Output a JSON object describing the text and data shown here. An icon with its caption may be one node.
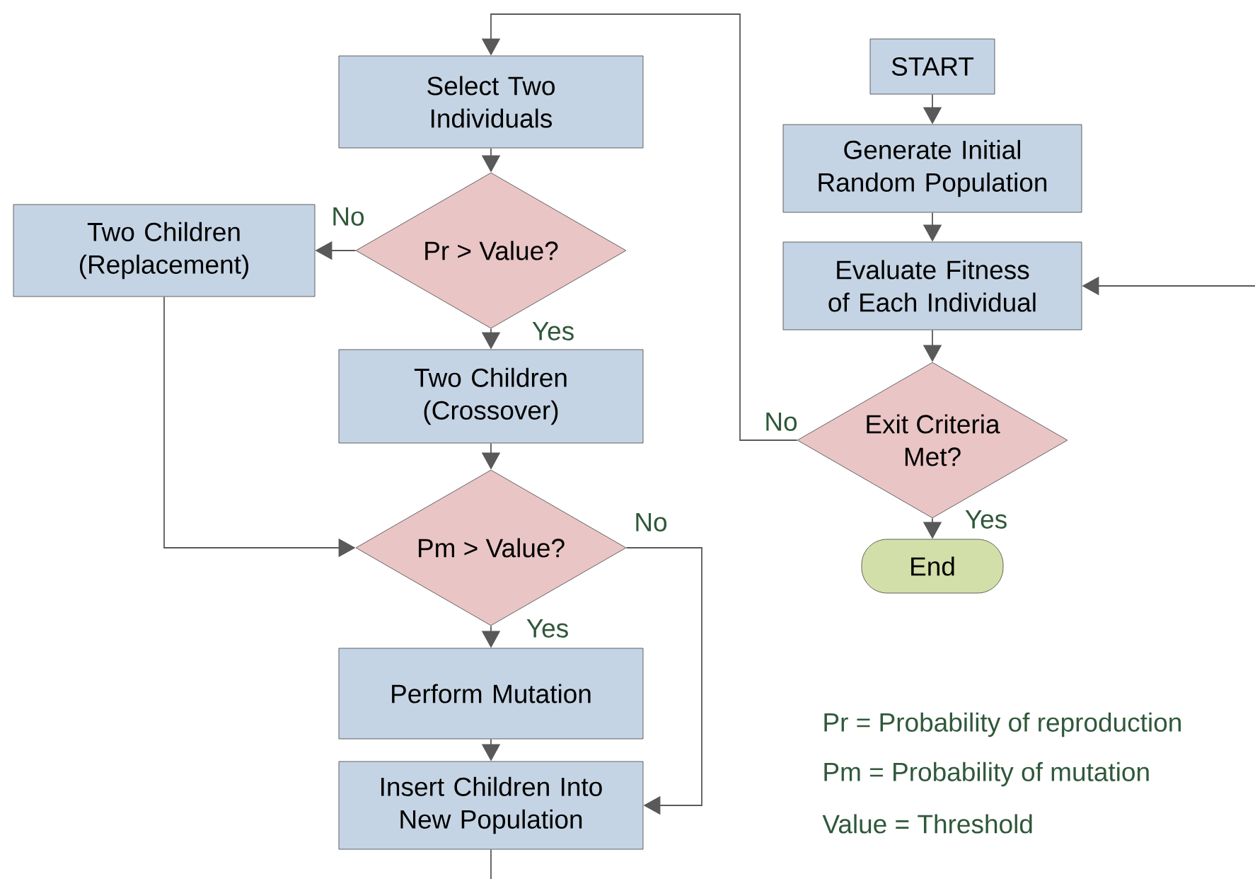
{
  "diagram": {
    "nodes": [
      {
        "text": [
          "START"
        ]
      },
      {
        "text": [
          "Generate Initial Random Population"
        ]
      },
      {
        "text": [
          "Evaluate Fitness of Each Individual"
        ]
      },
      {
        "text": [
          "Exit Criteria Met?"
        ]
      },
      {
        "text": [
          "End"
        ]
      },
      {
        "text": [
          "Select Two Individuals"
        ]
      },
      {
        "text": [
          "Pr > Value?"
        ]
      },
      {
        "text": [
          "Two Children (Replacement)"
        ]
      },
      {
        "text": [
          "Two Children (Crossover)"
        ]
      },
      {
        "text": [
          "Pm > Value?"
        ]
      },
      {
        "text": [
          "Perform Mutation"
        ]
      },
      {
        "text": [
          "Insert Children Into New Population"
        ]
      }
    ],
    "edges": [
      {
        "from": 0,
        "to": 1,
        "arrow": "to"
      },
      {
        "from": 1,
        "to": 2,
        "arrow": "to"
      },
      {
        "from": 2,
        "to": 3,
        "arrow": "to"
      },
      {
        "from": 3,
        "to": 4,
        "arrow": "to",
        "label": "Yes"
      },
      {
        "from": 3,
        "to": 5,
        "arrow": "to",
        "label": "No"
      },
      {
        "from": 5,
        "to": 6,
        "arrow": "to"
      },
      {
        "from": 6,
        "to": 7,
        "arrow": "to",
        "label": "No"
      },
      {
        "from": 6,
        "to": 8,
        "arrow": "to",
        "label": "Yes"
      },
      {
        "from": 7,
        "to": 9,
        "arrow": "to"
      },
      {
        "from": 8,
        "to": 9,
        "arrow": "to"
      },
      {
        "from": 9,
        "to": 10,
        "arrow": "to",
        "label": "Yes"
      },
      {
        "from": 9,
        "to": 11,
        "arrow": "to",
        "label": "No"
      },
      {
        "from": 10,
        "to": 11,
        "arrow": "to"
      },
      {
        "from": 11,
        "to": null,
        "arrow": "none"
      },
      {
        "from": null,
        "to": 2,
        "arrow": "to"
      }
    ],
    "labels": [
      "Pr = Probability of reproduction",
      "Pm = Probability of mutation",
      "Value = Threshold"
    ]
  }
}
